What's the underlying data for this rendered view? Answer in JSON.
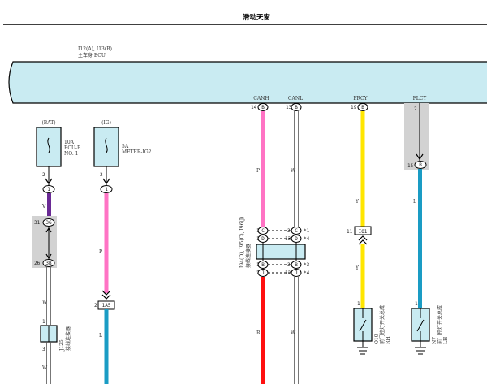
{
  "page_title": "滑动天窗",
  "ecu": {
    "codes": "I12(A), I13(B)",
    "name": "主车身 ECU",
    "pins": {
      "canh": {
        "label": "CANH",
        "num": "14",
        "code": "B"
      },
      "canl": {
        "label": "CANL",
        "num": "13",
        "code": "B"
      },
      "frcy": {
        "label": "FRCY",
        "num": "19",
        "code": "B"
      },
      "flcy": {
        "label": "FLCY",
        "num": "15",
        "code": "B"
      }
    },
    "flcy_top_num": "2"
  },
  "fuses": {
    "bat": {
      "label": "(BAT)",
      "desc_lines": [
        "10A",
        "ECU-B",
        "NO. 1"
      ],
      "pin": "2",
      "conn": "1"
    },
    "ig": {
      "label": "(IG)",
      "desc_lines": [
        "5A",
        "METER-IG2"
      ],
      "pin": "2",
      "conn": "1"
    }
  },
  "wire_letters": {
    "v": "V",
    "p": "P",
    "w": "W",
    "l": "L",
    "y": "Y",
    "r": "R"
  },
  "junction_bat": {
    "top_num": "31",
    "top_code": "3G",
    "bottom_num": "26",
    "bottom_code": "3B"
  },
  "ig_connector": {
    "num": "2",
    "code": "1A5"
  },
  "jumper": {
    "code": "J125",
    "name": "接线连接器",
    "pin_top": "1",
    "pin_bottom": "3"
  },
  "can_connector": {
    "codes": "I94(D), I95(C), I96(J)",
    "name": "接线连接器",
    "rows": [
      {
        "left_num": "1",
        "left_code": "C",
        "right_num": "2",
        "right_code": "*1"
      },
      {
        "left_num": "1",
        "left_code": "D",
        "right_num": "13",
        "right_code": "*4"
      },
      {
        "left_num": "1",
        "left_code": "B",
        "right_num": "2",
        "right_code": "*3"
      },
      {
        "left_num": "2",
        "left_code": "J",
        "right_num": "12",
        "right_code": "*4"
      }
    ]
  },
  "frcy_connector": {
    "num": "11",
    "code": "IO1"
  },
  "switches": {
    "rh": {
      "code": "O10",
      "name": "前门控灯开关总成",
      "side": "RH",
      "pin": "1"
    },
    "lh": {
      "code": "N7",
      "name": "前门控灯开关总成",
      "side": "LH",
      "pin": "1"
    }
  },
  "colors": {
    "ecu_fill": "#c9ebf2",
    "pink": "#ff73c4",
    "purple": "#6a2a95",
    "blue": "#1a9cc4",
    "yellow": "#ffe600",
    "red": "#ff1010",
    "gray": "#d2d2d2"
  }
}
